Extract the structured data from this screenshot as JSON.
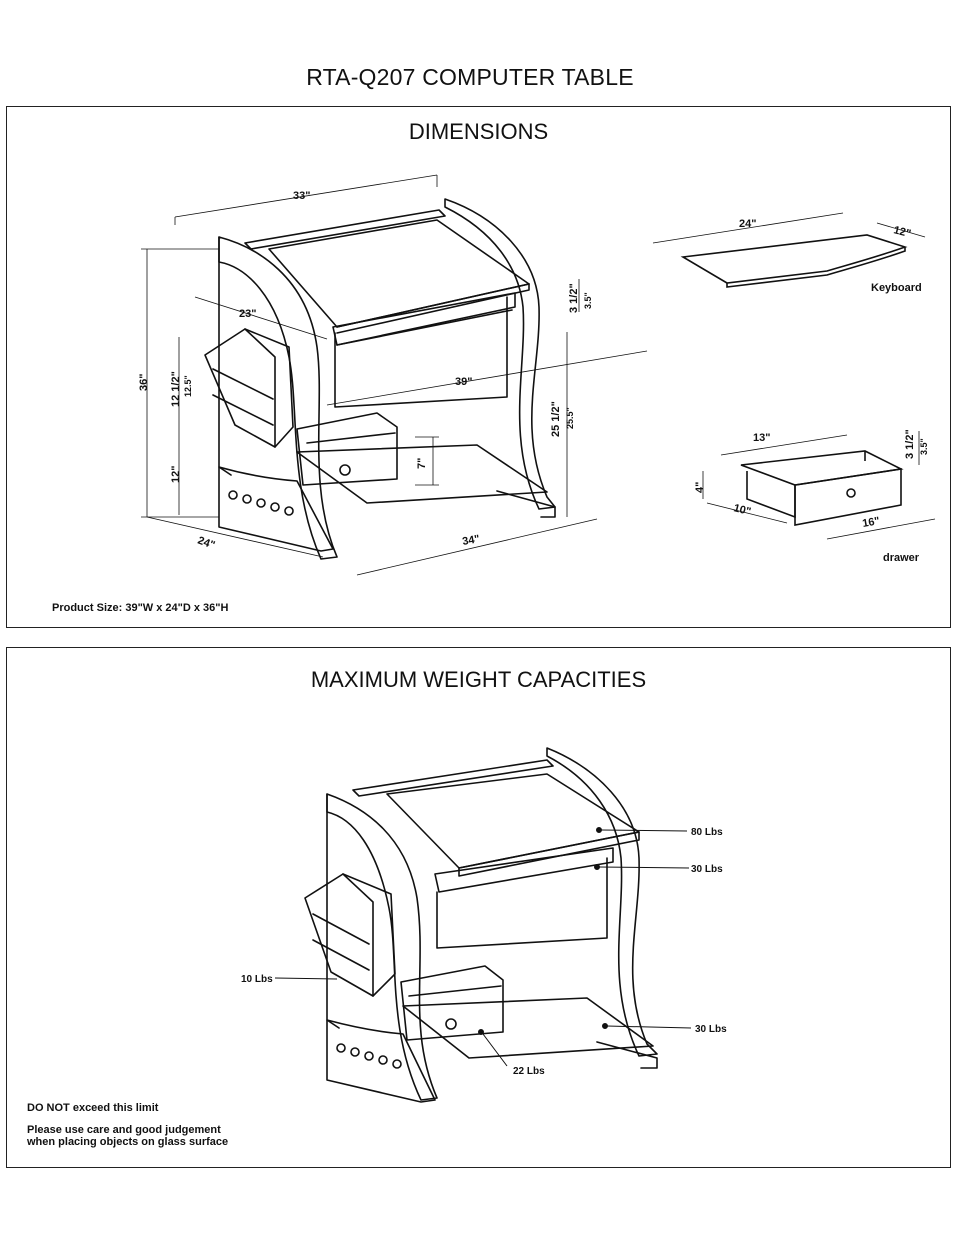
{
  "document": {
    "title": "RTA-Q207  COMPUTER TABLE"
  },
  "dimensions_panel": {
    "title": "DIMENSIONS",
    "table_labels": {
      "top_width": "33\"",
      "shelf_depth": "23\"",
      "overall_width": "39\"",
      "height": "36\"",
      "cd_rack_height_frac": "12 1/2\"",
      "cd_rack_height_dec": "12.5\"",
      "rack_base": "12\"",
      "depth": "24\"",
      "base_width": "34\"",
      "keyboard_drop_frac": "3 1/2\"",
      "keyboard_drop_dec": "3.5\"",
      "keyboard_height_frac": "25 1/2\"",
      "keyboard_height_dec": "25.5\"",
      "drawer_height": "7\""
    },
    "keyboard": {
      "label": "Keyboard",
      "width": "24\"",
      "depth": "12\""
    },
    "drawer": {
      "label": "drawer",
      "depth": "13\"",
      "height_frac": "3 1/2\"",
      "height_dec": "3.5\"",
      "side_height": "4\"",
      "inner": "10\"",
      "width": "16\""
    },
    "product_size": "Product Size: 39\"W x 24\"D x 36\"H"
  },
  "weight_panel": {
    "title": "MAXIMUM WEIGHT CAPACITIES",
    "labels": {
      "desktop": "80 Lbs",
      "keyboard": "30 Lbs",
      "cd_rack": "10 Lbs",
      "bottom_shelf": "30 Lbs",
      "drawer": "22 Lbs"
    },
    "warning": "DO NOT exceed this limit",
    "note_line1": "Please use care and good judgement",
    "note_line2": "when placing objects on glass surface"
  }
}
